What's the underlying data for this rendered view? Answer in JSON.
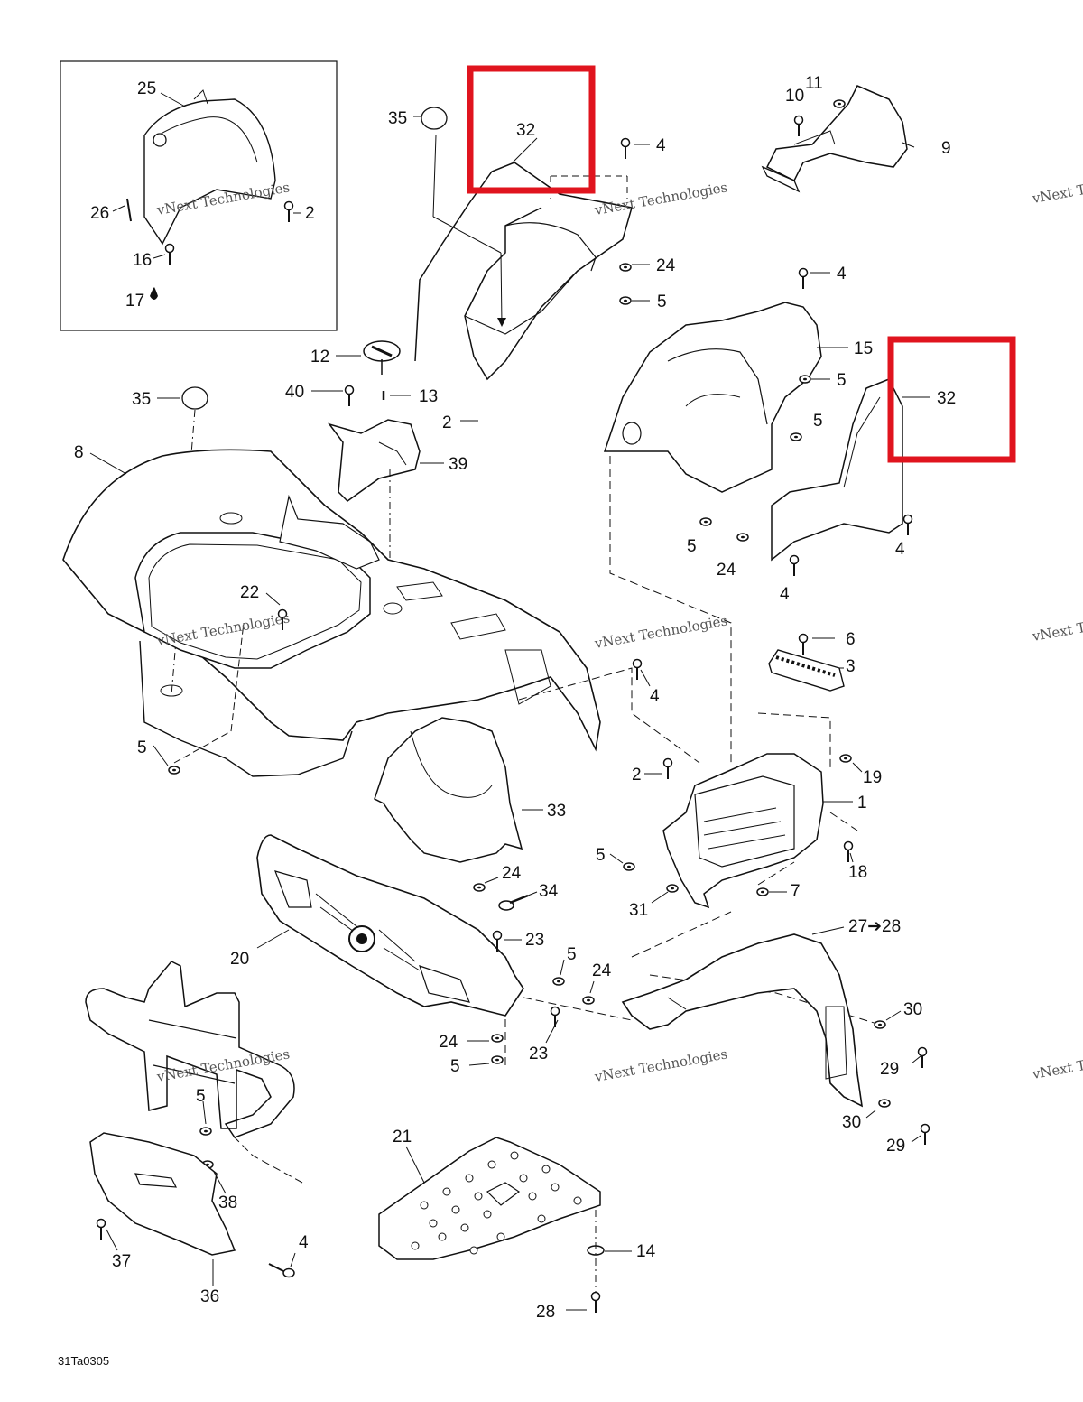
{
  "diagram": {
    "reference_code": "31Ta0305",
    "highlight_color": "#e0141e",
    "watermark_line1": "vNext Technologies",
    "watermark_line2": "Technologies",
    "callouts": [
      {
        "id": "c25",
        "label": "25"
      },
      {
        "id": "c26",
        "label": "26"
      },
      {
        "id": "c2a",
        "label": "2"
      },
      {
        "id": "c16",
        "label": "16"
      },
      {
        "id": "c17",
        "label": "17"
      },
      {
        "id": "c35a",
        "label": "35"
      },
      {
        "id": "c32a",
        "label": "32"
      },
      {
        "id": "c4a",
        "label": "4"
      },
      {
        "id": "c11",
        "label": "11"
      },
      {
        "id": "c10",
        "label": "10"
      },
      {
        "id": "c9",
        "label": "9"
      },
      {
        "id": "c24a",
        "label": "24"
      },
      {
        "id": "c5a",
        "label": "5"
      },
      {
        "id": "c4b",
        "label": "4"
      },
      {
        "id": "c15",
        "label": "15"
      },
      {
        "id": "c5b",
        "label": "5"
      },
      {
        "id": "c32b",
        "label": "32"
      },
      {
        "id": "c5c",
        "label": "5"
      },
      {
        "id": "c12",
        "label": "12"
      },
      {
        "id": "c40",
        "label": "40"
      },
      {
        "id": "c13",
        "label": "13"
      },
      {
        "id": "c35b",
        "label": "35"
      },
      {
        "id": "c2b",
        "label": "2"
      },
      {
        "id": "c39",
        "label": "39"
      },
      {
        "id": "c8",
        "label": "8"
      },
      {
        "id": "c5d",
        "label": "5"
      },
      {
        "id": "c24b",
        "label": "24"
      },
      {
        "id": "c4c",
        "label": "4"
      },
      {
        "id": "c4d",
        "label": "4"
      },
      {
        "id": "c22",
        "label": "22"
      },
      {
        "id": "c6",
        "label": "6"
      },
      {
        "id": "c3",
        "label": "3"
      },
      {
        "id": "c4e",
        "label": "4"
      },
      {
        "id": "c5e",
        "label": "5"
      },
      {
        "id": "c2c",
        "label": "2"
      },
      {
        "id": "c19",
        "label": "19"
      },
      {
        "id": "c1",
        "label": "1"
      },
      {
        "id": "c33",
        "label": "33"
      },
      {
        "id": "c18",
        "label": "18"
      },
      {
        "id": "c5f",
        "label": "5"
      },
      {
        "id": "c24c",
        "label": "24"
      },
      {
        "id": "c34",
        "label": "34"
      },
      {
        "id": "c31",
        "label": "31"
      },
      {
        "id": "c7",
        "label": "7"
      },
      {
        "id": "c27",
        "label": "27➔28"
      },
      {
        "id": "c23a",
        "label": "23"
      },
      {
        "id": "c20",
        "label": "20"
      },
      {
        "id": "c5g",
        "label": "5"
      },
      {
        "id": "c24d",
        "label": "24"
      },
      {
        "id": "c30a",
        "label": "30"
      },
      {
        "id": "c24e",
        "label": "24"
      },
      {
        "id": "c23b",
        "label": "23"
      },
      {
        "id": "c5h",
        "label": "5"
      },
      {
        "id": "c29a",
        "label": "29"
      },
      {
        "id": "c5i",
        "label": "5"
      },
      {
        "id": "c30b",
        "label": "30"
      },
      {
        "id": "c29b",
        "label": "29"
      },
      {
        "id": "c21",
        "label": "21"
      },
      {
        "id": "c38",
        "label": "38"
      },
      {
        "id": "c4f",
        "label": "4"
      },
      {
        "id": "c14",
        "label": "14"
      },
      {
        "id": "c37",
        "label": "37"
      },
      {
        "id": "c36",
        "label": "36"
      },
      {
        "id": "c28",
        "label": "28"
      }
    ]
  }
}
